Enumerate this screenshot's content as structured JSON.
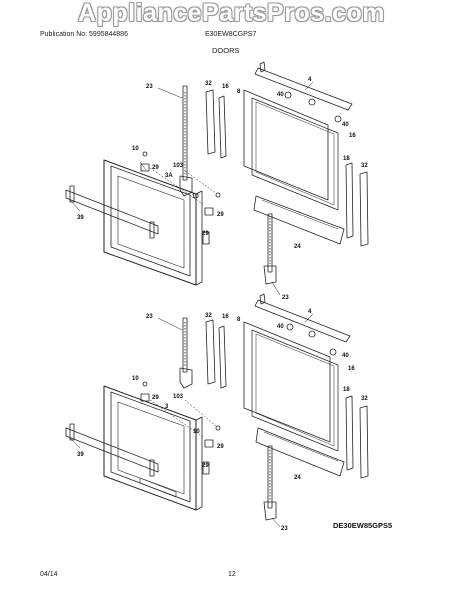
{
  "watermark": "AppliancePartsPros.com",
  "header": {
    "publication": "Publication No: 5995844886",
    "model": "E30EW8CGPS7",
    "section": "DOORS"
  },
  "footer": {
    "date": "04/14",
    "page_number": "12"
  },
  "diagram_code": "DE30EW85GPS5",
  "callouts": [
    "23",
    "32",
    "16",
    "8",
    "4",
    "40",
    "10",
    "29",
    "103",
    "3A",
    "10",
    "29",
    "39",
    "40",
    "16",
    "18",
    "32",
    "24",
    "29",
    "23",
    "23",
    "32",
    "16",
    "8",
    "4",
    "40",
    "40",
    "10",
    "29",
    "103",
    "3",
    "10",
    "29",
    "39",
    "16",
    "18",
    "32",
    "24",
    "29",
    "23"
  ]
}
